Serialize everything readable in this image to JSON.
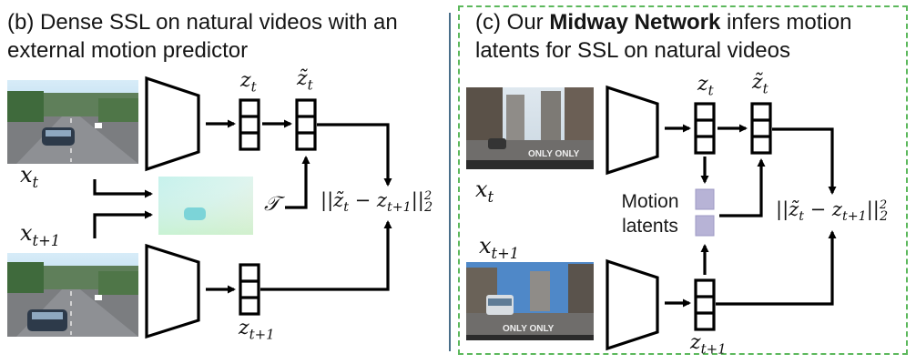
{
  "panel_b": {
    "title": "(b) Dense SSL on natural videos with an external motion predictor",
    "label_x_t": "x",
    "label_x_t_sub": "t",
    "label_x_t1": "x",
    "label_x_t1_sub": "t+1",
    "label_z_t": "z",
    "label_z_t_sub": "t",
    "label_ztilde": "z̃",
    "label_ztilde_sub": "t",
    "label_z_t1": "z",
    "label_z_t1_sub": "t+1",
    "label_T": "𝒯",
    "loss_left": "||z̃",
    "loss_left_sub": "t",
    "loss_mid": " − z",
    "loss_mid_sub": "t+1",
    "loss_right": "||",
    "loss_pow": "2",
    "loss_norm_sub": "2"
  },
  "panel_c": {
    "title_prefix": "(c) Our ",
    "title_bold": "Midway Network",
    "title_suffix": " infers motion latents for SSL on natural videos",
    "label_x_t": "x",
    "label_x_t_sub": "t",
    "label_x_t1": "x",
    "label_x_t1_sub": "t+1",
    "label_z_t": "z",
    "label_z_t_sub": "t",
    "label_ztilde": "z̃",
    "label_ztilde_sub": "t",
    "label_z_t1": "z",
    "label_z_t1_sub": "t+1",
    "motion_latents_line1": "Motion",
    "motion_latents_line2": "latents",
    "loss_left": "||z̃",
    "loss_left_sub": "t",
    "loss_mid": " − z",
    "loss_mid_sub": "t+1",
    "loss_right": "||",
    "loss_pow": "2",
    "loss_norm_sub": "2"
  },
  "colors": {
    "dashed_border": "#5cb85c",
    "divider": "#4a6f8a",
    "latent_fill": "#b7b3d6",
    "stroke": "#000000"
  }
}
